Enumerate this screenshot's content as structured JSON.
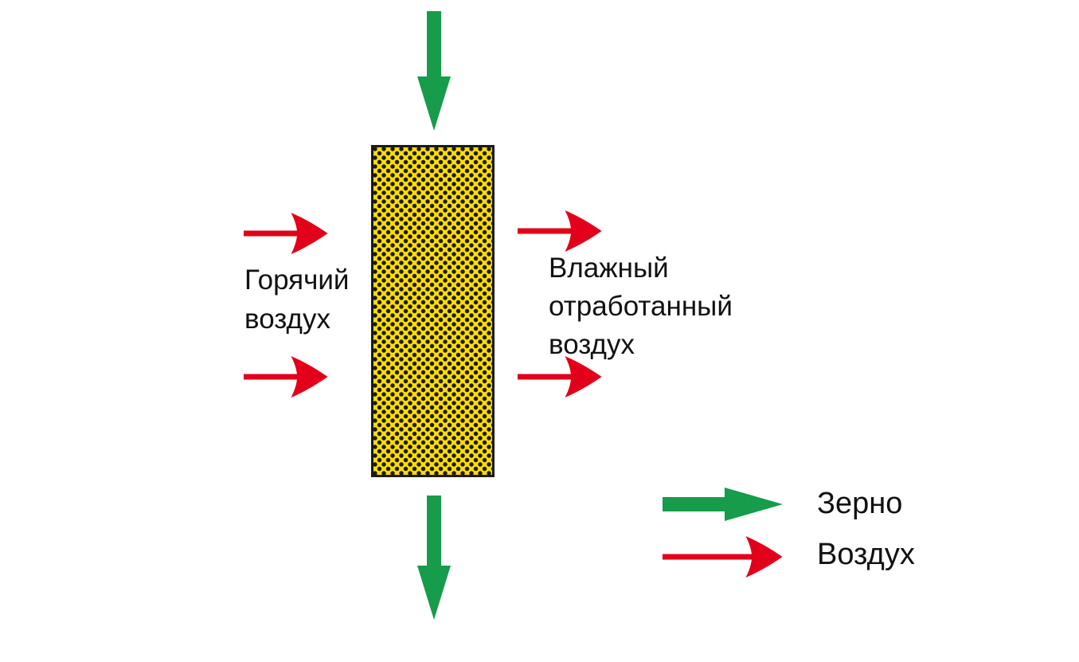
{
  "diagram": {
    "type": "grain-dryer-flow-schematic",
    "labels": {
      "hot_air": {
        "line1": "Горячий",
        "line2": "воздух"
      },
      "exhaust_air": {
        "line1": "Влажный",
        "line2": "отработанный",
        "line3": "воздух"
      }
    },
    "legend": {
      "grain_label": "Зерно",
      "air_label": "Воздух"
    }
  },
  "colors": {
    "grain": "#169C4B",
    "air": "#E2001A",
    "box_fill": "#FFDE00",
    "box_dots": "#1A1A1A",
    "box_border": "#1A1A1A",
    "text": "#111111",
    "background": "#FFFFFF"
  }
}
